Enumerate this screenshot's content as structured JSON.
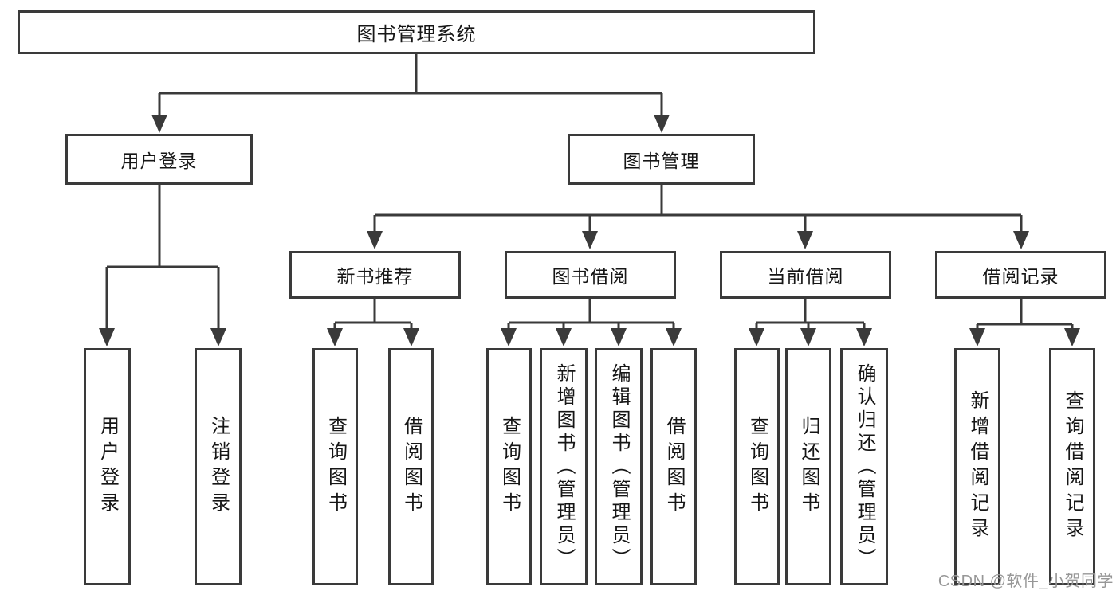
{
  "title": "图书管理系统",
  "watermark": {
    "text": "CSDN @软件_小贺同学"
  },
  "colors": {
    "line": "#3a3a3a",
    "border": "#3a3a3a",
    "box_background": "#ffffff",
    "text": "#161616",
    "watermark_text": "#979797"
  },
  "tree": {
    "root": {
      "label": "图书管理系统"
    },
    "branches": [
      {
        "label": "用户登录",
        "children": [
          {
            "label": "用户登录"
          },
          {
            "label": "注销登录"
          }
        ]
      },
      {
        "label": "图书管理",
        "children": [
          {
            "label": "新书推荐",
            "children": [
              {
                "label": "查询图书"
              },
              {
                "label": "借阅图书"
              }
            ]
          },
          {
            "label": "图书借阅",
            "children": [
              {
                "label": "查询图书"
              },
              {
                "label": "新增图书（管理员）"
              },
              {
                "label": "编辑图书（管理员）"
              },
              {
                "label": "借阅图书"
              }
            ]
          },
          {
            "label": "当前借阅",
            "children": [
              {
                "label": "查询图书"
              },
              {
                "label": "归还图书"
              },
              {
                "label": "确认归还（管理员）"
              }
            ]
          },
          {
            "label": "借阅记录",
            "children": [
              {
                "label": "新增借阅记录"
              },
              {
                "label": "查询借阅记录"
              }
            ]
          }
        ]
      }
    ]
  }
}
